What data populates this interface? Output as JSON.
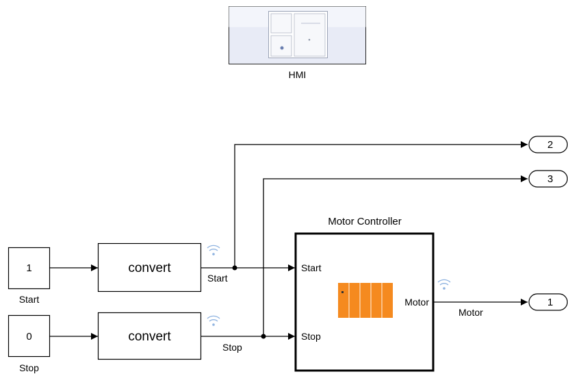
{
  "hmi": {
    "label": "HMI"
  },
  "inports": [
    {
      "value": "1",
      "label": "Start"
    },
    {
      "value": "0",
      "label": "Stop"
    }
  ],
  "convert_blocks": [
    {
      "label": "convert"
    },
    {
      "label": "convert"
    }
  ],
  "signals": {
    "start": "Start",
    "stop": "Stop",
    "motor": "Motor"
  },
  "subsystem": {
    "title": "Motor Controller",
    "ports_in": [
      "Start",
      "Stop"
    ],
    "port_out": "Motor"
  },
  "outports": [
    "2",
    "3",
    "1"
  ],
  "colors": {
    "line": "#000000",
    "block_fill": "#ffffff",
    "hmi_fill": "#eceff8",
    "ladder_orange": "#f58a1f",
    "wireless_blue": "#4a86c8"
  }
}
